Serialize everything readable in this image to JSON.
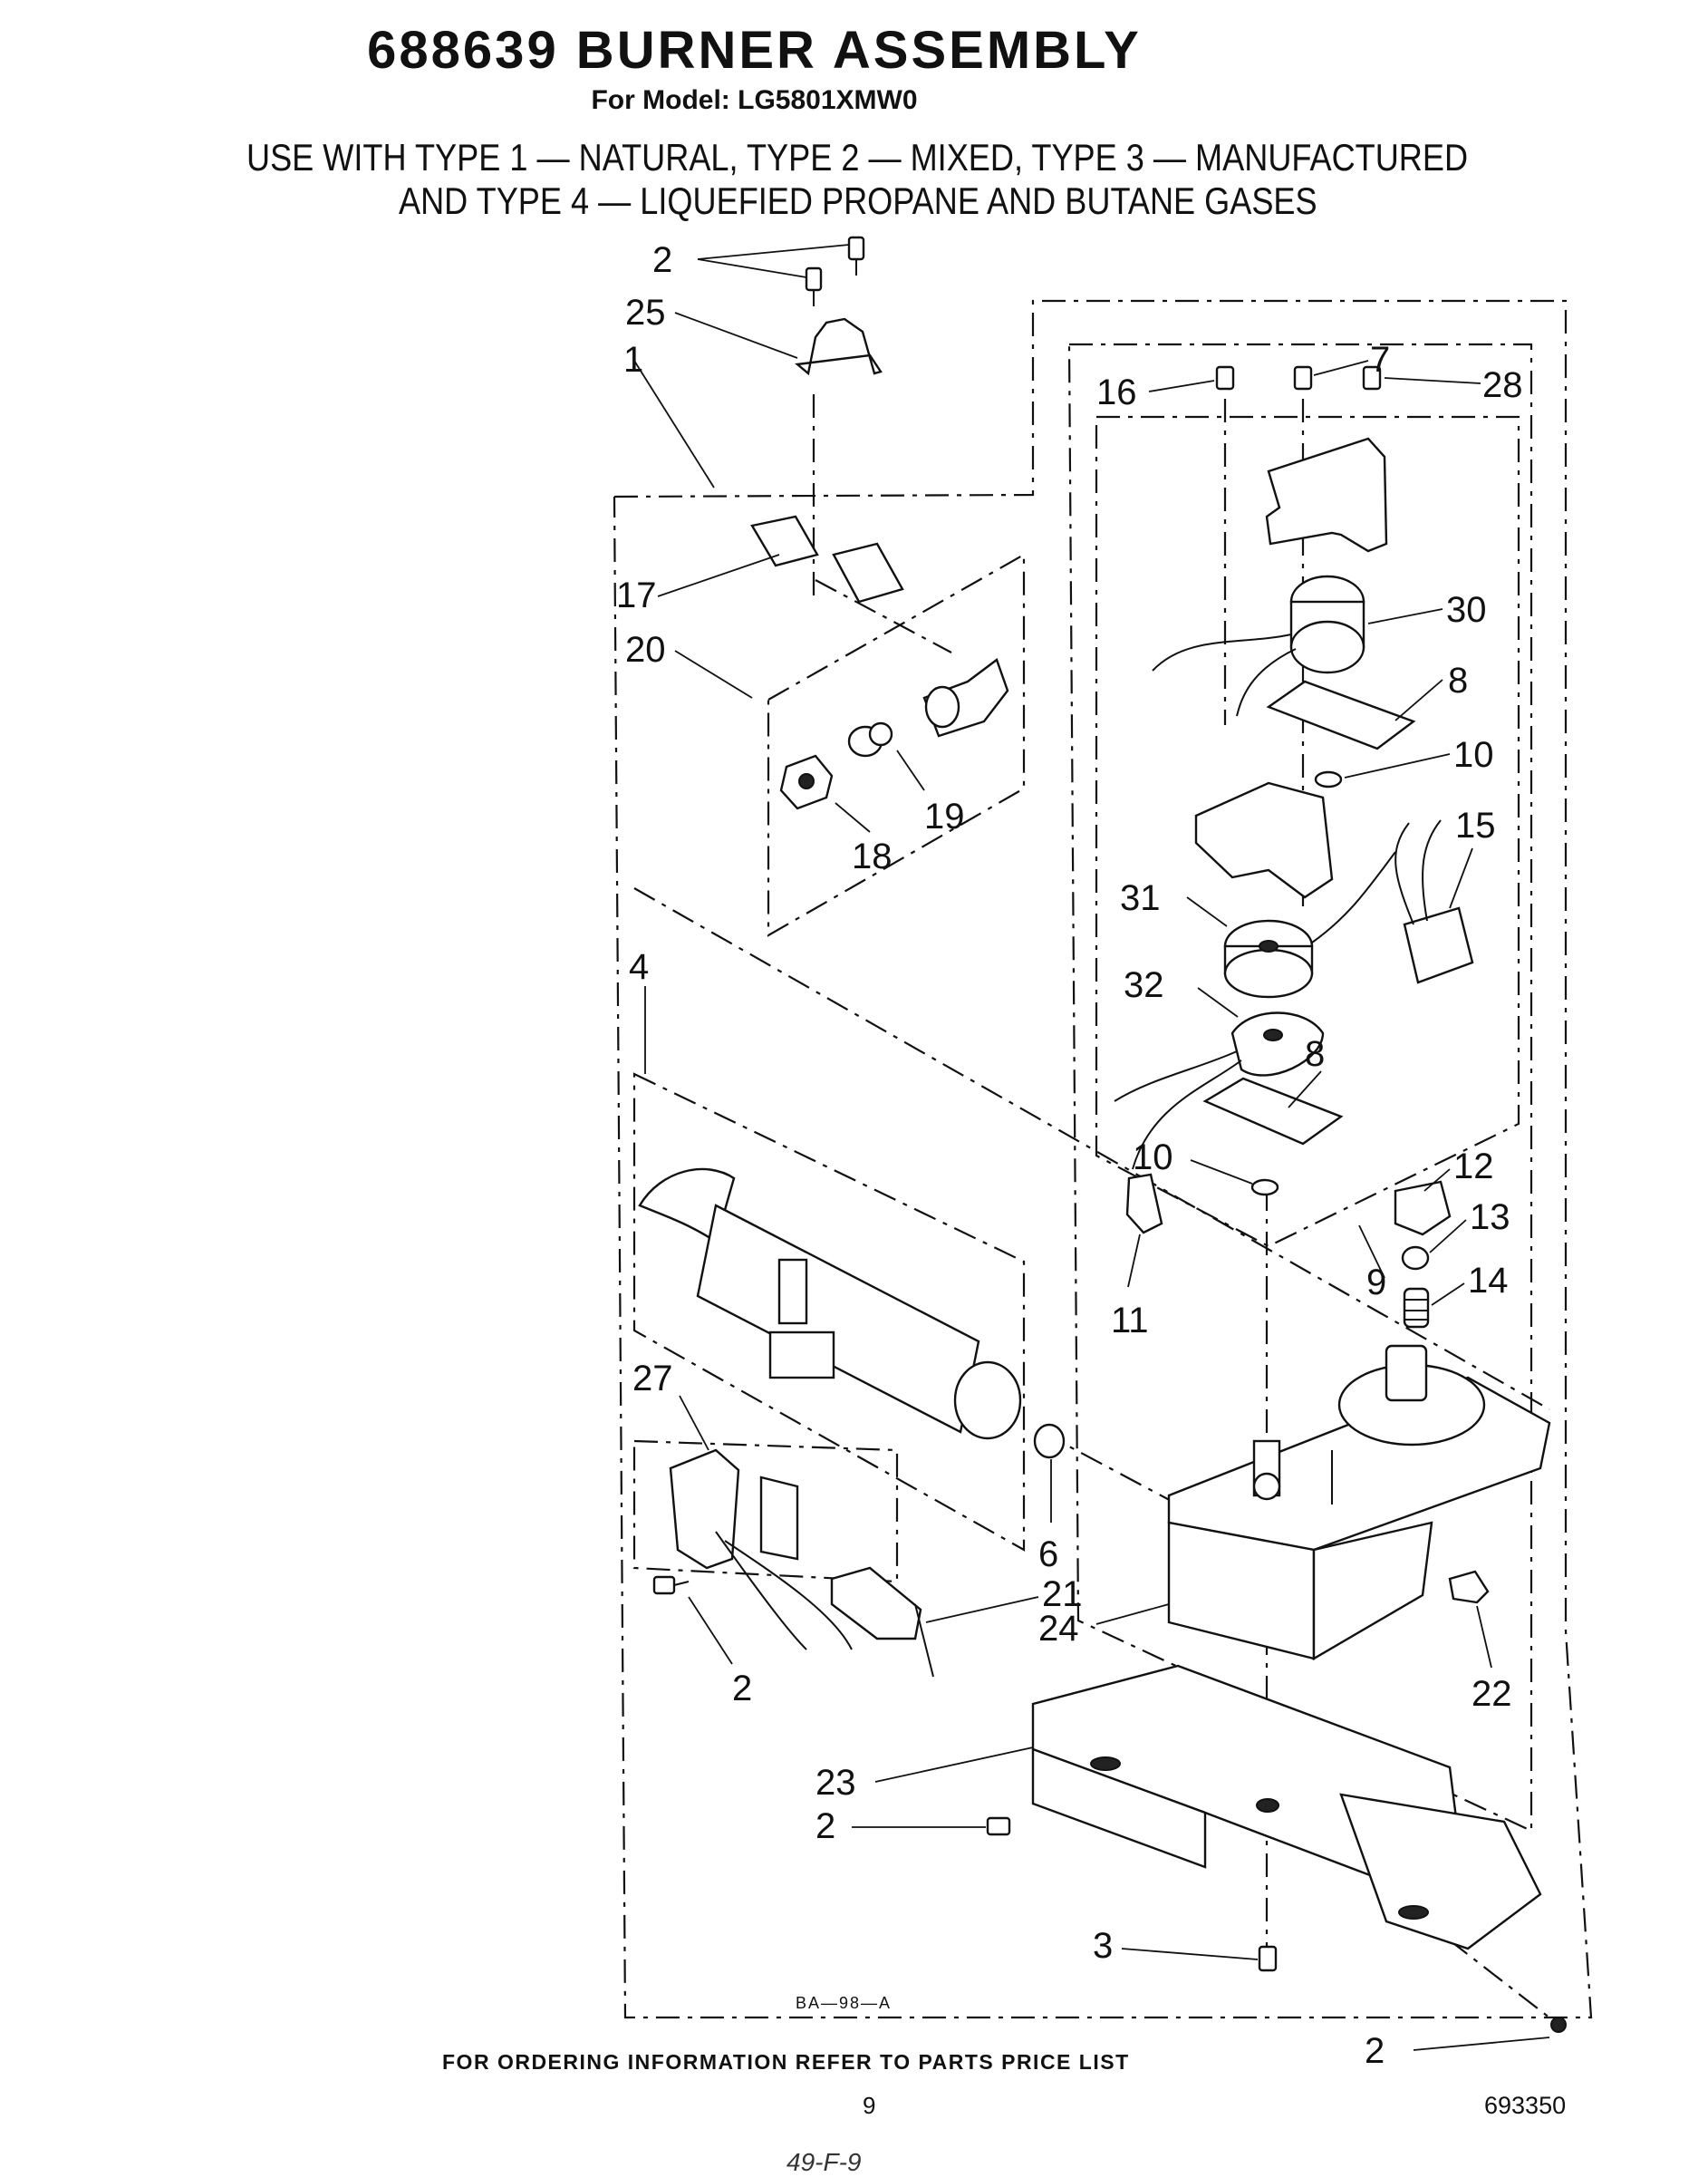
{
  "header": {
    "title": "688639 BURNER ASSEMBLY",
    "model": "For Model: LG5801XMW0",
    "usage_line1": "USE WITH TYPE 1 — NATURAL, TYPE 2 — MIXED, TYPE 3 — MANUFACTURED",
    "usage_line2": "AND TYPE 4 — LIQUEFIED PROPANE AND BUTANE GASES"
  },
  "diagram": {
    "drawing_code": "BA—98—A",
    "callouts": [
      {
        "id": "c2a",
        "label": "2"
      },
      {
        "id": "c25",
        "label": "25"
      },
      {
        "id": "c1",
        "label": "1"
      },
      {
        "id": "c16",
        "label": "16"
      },
      {
        "id": "c7",
        "label": "7"
      },
      {
        "id": "c28",
        "label": "28"
      },
      {
        "id": "c17",
        "label": "17"
      },
      {
        "id": "c30",
        "label": "30"
      },
      {
        "id": "c20",
        "label": "20"
      },
      {
        "id": "c8a",
        "label": "8"
      },
      {
        "id": "c10a",
        "label": "10"
      },
      {
        "id": "c19",
        "label": "19"
      },
      {
        "id": "c15",
        "label": "15"
      },
      {
        "id": "c18",
        "label": "18"
      },
      {
        "id": "c31",
        "label": "31"
      },
      {
        "id": "c4",
        "label": "4"
      },
      {
        "id": "c32",
        "label": "32"
      },
      {
        "id": "c8b",
        "label": "8"
      },
      {
        "id": "c10b",
        "label": "10"
      },
      {
        "id": "c12",
        "label": "12"
      },
      {
        "id": "c13",
        "label": "13"
      },
      {
        "id": "c9",
        "label": "9"
      },
      {
        "id": "c14",
        "label": "14"
      },
      {
        "id": "c11",
        "label": "11"
      },
      {
        "id": "c27",
        "label": "27"
      },
      {
        "id": "c6",
        "label": "6"
      },
      {
        "id": "c21",
        "label": "21"
      },
      {
        "id": "c24",
        "label": "24"
      },
      {
        "id": "c2b",
        "label": "2"
      },
      {
        "id": "c22",
        "label": "22"
      },
      {
        "id": "c23",
        "label": "23"
      },
      {
        "id": "c2c",
        "label": "2"
      },
      {
        "id": "c3",
        "label": "3"
      },
      {
        "id": "c2d",
        "label": "2"
      }
    ]
  },
  "footer": {
    "ordering_note": "FOR ORDERING INFORMATION REFER TO PARTS PRICE LIST",
    "page_number": "9",
    "doc_number": "693350",
    "handwritten_note": "49-F-9"
  }
}
